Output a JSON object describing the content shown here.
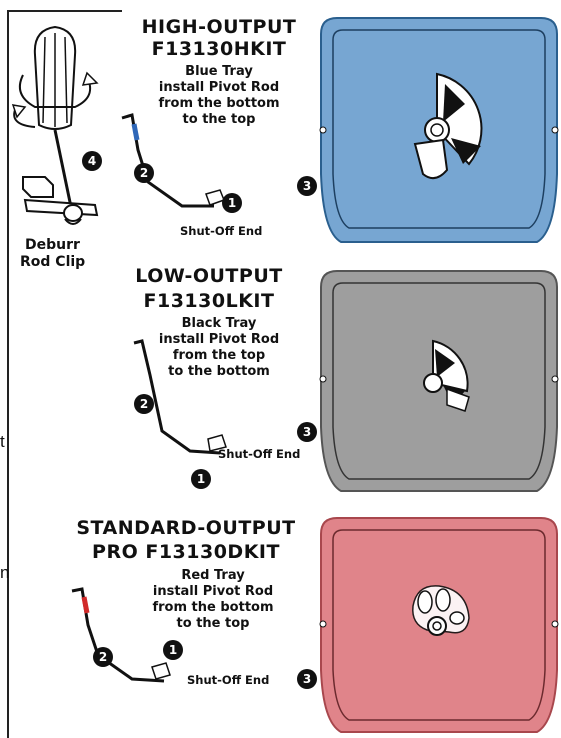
{
  "left_panel": {
    "caption_line1": "Deburr",
    "caption_line2": "Rod Clip",
    "step_number": "4"
  },
  "sections": [
    {
      "id": "high",
      "title_line1": "HIGH-OUTPUT",
      "title_line2": "F13130HKIT",
      "desc": [
        "Blue Tray",
        "install Pivot Rod",
        "from the bottom",
        "to the top"
      ],
      "end_label": "Shut-Off End",
      "steps": [
        "1",
        "2",
        "3"
      ],
      "tray_color": "#77a6d2",
      "rod_accent": "#2f67b8"
    },
    {
      "id": "low",
      "title_line1": "LOW-OUTPUT",
      "title_line2": "F13130LKIT",
      "desc": [
        "Black Tray",
        "install Pivot Rod",
        "from the top",
        "to the bottom"
      ],
      "end_label": "Shut-Off End",
      "steps": [
        "1",
        "2",
        "3"
      ],
      "tray_color": "#9e9e9e",
      "rod_accent": "#222222"
    },
    {
      "id": "standard",
      "title_line1": "STANDARD-OUTPUT",
      "title_line2": "PRO  F13130DKIT",
      "desc": [
        "Red Tray",
        "install Pivot Rod",
        "from the bottom",
        "to the top"
      ],
      "end_label": "Shut-Off End",
      "steps": [
        "1",
        "2",
        "3"
      ],
      "tray_color": "#e0848a",
      "rod_accent": "#d12a2a"
    }
  ],
  "edge_fragments": [
    "t",
    "n"
  ]
}
